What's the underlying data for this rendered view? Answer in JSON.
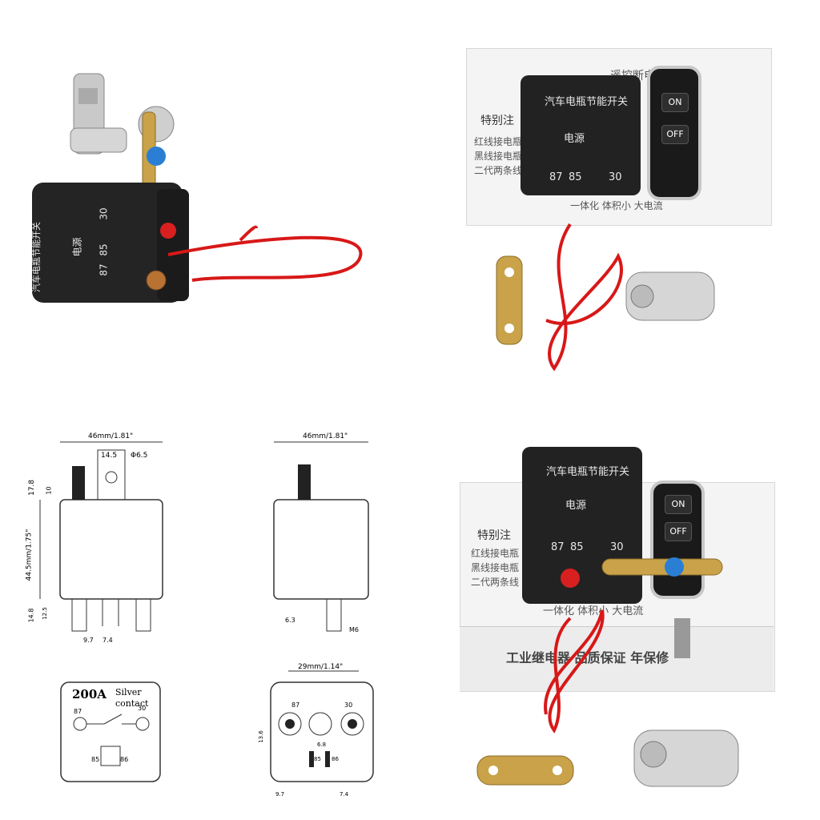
{
  "relay_labels": {
    "title": "汽车电瓶节能开关",
    "power": "电源",
    "pin87": "87",
    "pin85": "85",
    "pin30": "30"
  },
  "remote": {
    "on": "ON",
    "off": "OFF"
  },
  "box_text": {
    "special": "特别注",
    "line1": "红线接电瓶",
    "line2": "黑线接电瓶",
    "line3": "二代两条线",
    "top": "遥控断电",
    "bottom": "一体化 体积小 大电流",
    "front": "工业继电器 品质保证 年保修"
  },
  "drawing": {
    "width": "46mm/1.81\"",
    "width_side": "46mm/1.81\"",
    "height": "44.5mm/1.75\"",
    "bottom_width": "29mm/1.14\"",
    "d14_5": "14.5",
    "d6_5": "Φ6.5",
    "d17_8": "17.8",
    "d10": "10",
    "d14_8": "14.8",
    "d12_5": "12.5",
    "d9_7": "9.7",
    "d7_4": "7.4",
    "d6_3": "6.3",
    "dM6": "M6",
    "d13_6": "13.6",
    "d6_8": "6.8",
    "d9_7b": "9.7",
    "d7_4b": "7.4"
  },
  "schematic": {
    "rating": "200A",
    "contact1": "Silver",
    "contact2": "contact",
    "p87": "87",
    "p30": "30",
    "p85": "85",
    "p86": "86"
  },
  "bottom_view": {
    "p87": "87",
    "p30": "30",
    "p85": "85",
    "p86": "86"
  },
  "colors": {
    "relay_body": "#222222",
    "wire": "#d81818",
    "brass": "#c9a24a",
    "blue_cap": "#2a7fd4",
    "red_cap": "#d82020"
  }
}
